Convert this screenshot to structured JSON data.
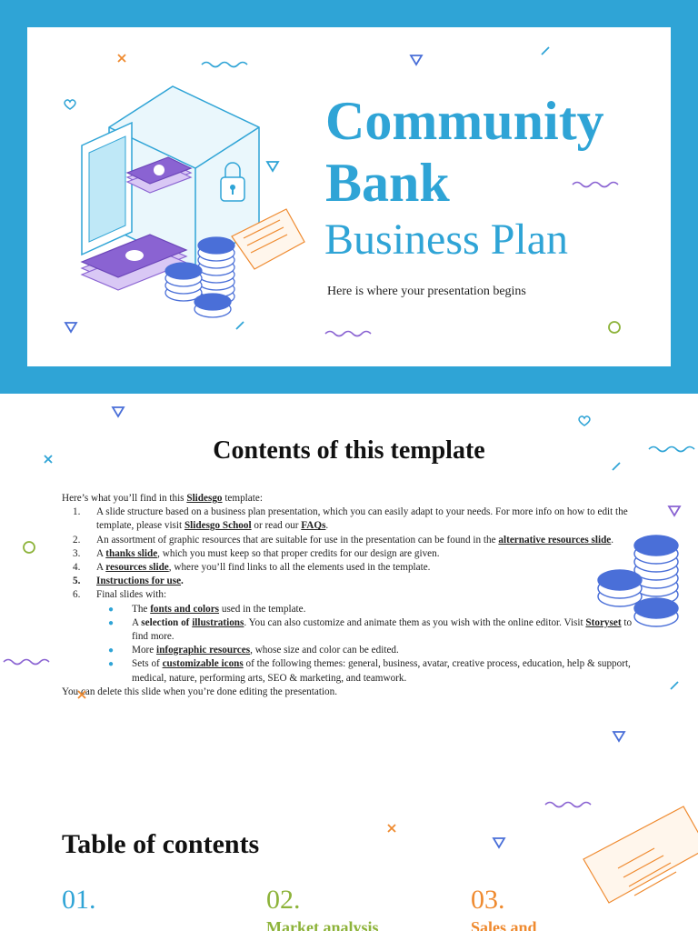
{
  "slide1": {
    "title_line1": "Community",
    "title_line2": "Bank",
    "subtitle": "Business Plan",
    "tagline": "Here is where your presentation begins"
  },
  "slide2": {
    "heading": "Contents of this template",
    "intro_prefix": "Here’s what you’ll find in this ",
    "intro_link": "Slidesgo",
    "intro_suffix": " template:",
    "items": [
      {
        "num": "1.",
        "pre": "A slide structure based on a business plan presentation, which you can easily adapt to your needs. For more info on how to edit the template, please visit ",
        "link1": "Slidesgo School",
        "mid": " or read our ",
        "link2": "FAQs",
        "post": "."
      },
      {
        "num": "2.",
        "pre": "An assortment of graphic resources that are suitable for use in the presentation can be found in the ",
        "link1": "alternative resources slide",
        "post": "."
      },
      {
        "num": "3.",
        "pre": "A ",
        "link1": "thanks slide",
        "post": ", which you must keep so that proper credits for our design are given."
      },
      {
        "num": "4.",
        "pre": "A ",
        "link1": "resources slide",
        "post": ", where you’ll find links to all the elements used in the template."
      },
      {
        "num": "5.",
        "link1": "Instructions for use",
        "post": "."
      },
      {
        "num": "6.",
        "pre": "Final slides with:"
      }
    ],
    "bullets": [
      {
        "pre": "The ",
        "link1": "fonts and colors",
        "post": " used in the template."
      },
      {
        "pre": "A ",
        "bold1": "selection of ",
        "link1": "illustrations",
        "post": ". You can also customize and animate them as you wish with the online editor. Visit ",
        "link2": "Storyset",
        "post2": " to find more."
      },
      {
        "pre": "More ",
        "link1": "infographic resources",
        "post": ", whose size and color can be edited."
      },
      {
        "pre": "Sets of ",
        "link1": "customizable icons",
        "post": " of the following themes: general, business, avatar, creative process, education, help & support, medical, nature, performing arts, SEO & marketing, and teamwork."
      }
    ],
    "closing": "You can delete this slide when you’re done editing the presentation."
  },
  "slide3": {
    "heading": "Table of contents",
    "sections": [
      {
        "num": "01.",
        "label": "",
        "color": "#2fa4d6"
      },
      {
        "num": "02.",
        "label": "Market analysis",
        "color": "#8db33a"
      },
      {
        "num": "03.",
        "label": "Sales and",
        "color": "#ef8a2f"
      }
    ]
  },
  "colors": {
    "frame_blue": "#2fa4d6",
    "accent_green": "#8db33a",
    "accent_orange": "#ef8a2f",
    "accent_purple": "#8a63d2",
    "coin_blue": "#4a6fd8"
  }
}
